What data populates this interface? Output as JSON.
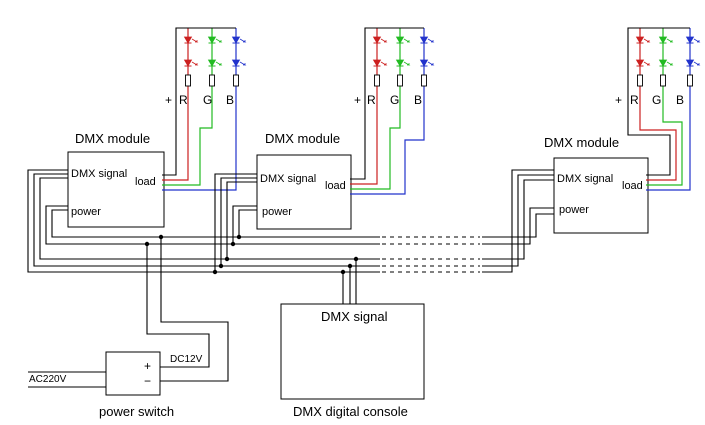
{
  "modules": [
    {
      "title": "DMX module",
      "signal": "DMX signal",
      "load": "load",
      "power": "power",
      "plus": "+",
      "r": "R",
      "g": "G",
      "b": "B"
    },
    {
      "title": "DMX module",
      "signal": "DMX signal",
      "load": "load",
      "power": "power",
      "plus": "+",
      "r": "R",
      "g": "G",
      "b": "B"
    },
    {
      "title": "DMX module",
      "signal": "DMX signal",
      "load": "load",
      "power": "power",
      "plus": "+",
      "r": "R",
      "g": "G",
      "b": "B"
    }
  ],
  "power_switch": {
    "label": "power switch",
    "input": "AC220V",
    "output": "DC12V",
    "plus": "+",
    "minus": "−"
  },
  "console": {
    "label": "DMX digital console",
    "signal": "DMX signal"
  },
  "colors": {
    "red": "#cc2020",
    "green": "#22bb22",
    "blue": "#2233cc",
    "wire": "#000000"
  }
}
